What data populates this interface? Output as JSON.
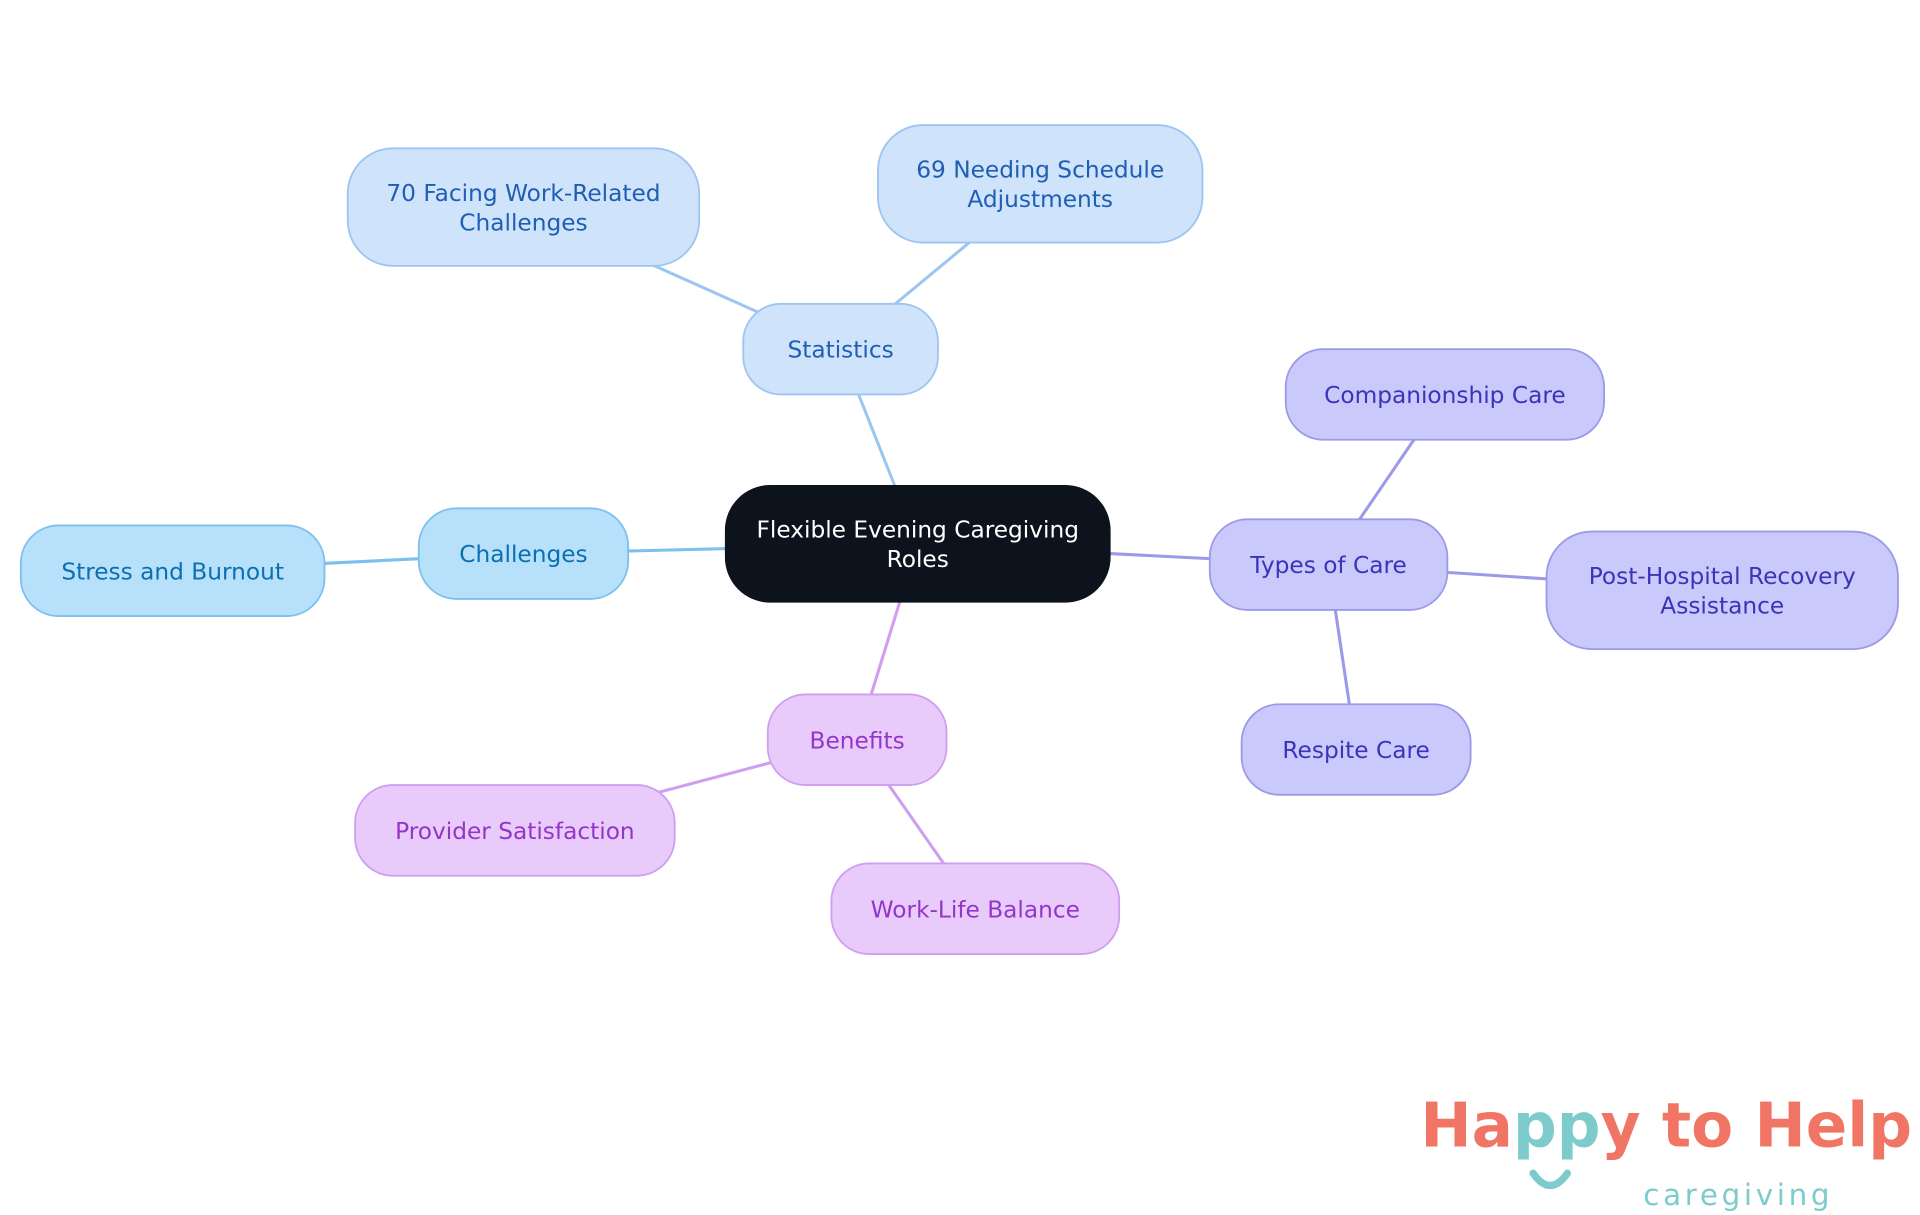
{
  "center": {
    "label": [
      "Flexible Evening Caregiving",
      "Roles"
    ],
    "fill": "#0d131c",
    "text_color": "#ffffff"
  },
  "branches": [
    {
      "id": "statistics",
      "label": [
        "Statistics"
      ],
      "colors": {
        "fill": "#cfe3fb",
        "stroke": "#9cc6ef",
        "text": "#1e5fb5",
        "edge": "#9cc6ef"
      },
      "children": [
        {
          "label": [
            "70 Facing Work-Related",
            "Challenges"
          ]
        },
        {
          "label": [
            "69 Needing Schedule",
            "Adjustments"
          ]
        }
      ]
    },
    {
      "id": "challenges",
      "label": [
        "Challenges"
      ],
      "colors": {
        "fill": "#b7e0fb",
        "stroke": "#7cc0ee",
        "text": "#0b6fb0",
        "edge": "#7cc0ee"
      },
      "children": [
        {
          "label": [
            "Stress and Burnout"
          ]
        }
      ]
    },
    {
      "id": "types-of-care",
      "label": [
        "Types of Care"
      ],
      "colors": {
        "fill": "#c9c9fb",
        "stroke": "#9a9ae8",
        "text": "#3a34b8",
        "edge": "#9a9ae8"
      },
      "children": [
        {
          "label": [
            "Companionship Care"
          ]
        },
        {
          "label": [
            "Post-Hospital Recovery",
            "Assistance"
          ]
        },
        {
          "label": [
            "Respite Care"
          ]
        }
      ]
    },
    {
      "id": "benefits",
      "label": [
        "Benefits"
      ],
      "colors": {
        "fill": "#e8cafb",
        "stroke": "#cf9eef",
        "text": "#9336c8",
        "edge": "#cf9eef"
      },
      "children": [
        {
          "label": [
            "Provider Satisfaction"
          ]
        },
        {
          "label": [
            "Work-Life Balance"
          ]
        }
      ]
    }
  ],
  "logo": {
    "text_happy_ha": "Ha",
    "text_pp": "pp",
    "text_y": "y to Help",
    "sub": "caregiving",
    "coral": "#f07565",
    "teal": "#7ecbcb"
  }
}
